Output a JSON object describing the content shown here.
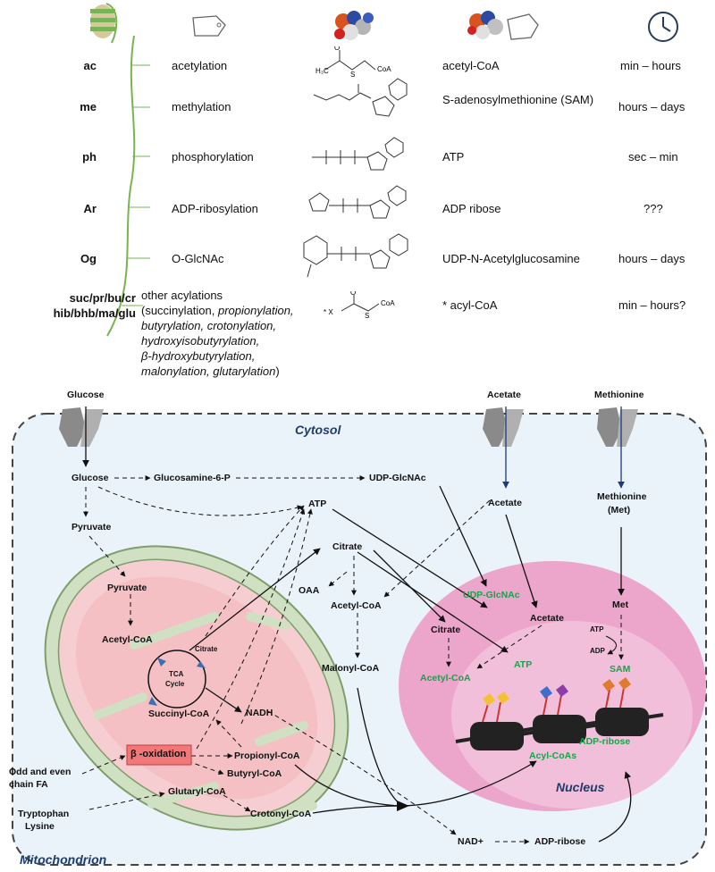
{
  "table": {
    "rows": [
      {
        "code": "ac",
        "modification": "acetylation",
        "donor": "acetyl-CoA",
        "time": "min – hours"
      },
      {
        "code": "me",
        "modification": "methylation",
        "donor": "S-adenosylmethionine (SAM)",
        "time": "hours – days"
      },
      {
        "code": "ph",
        "modification": "phosphorylation",
        "donor": "ATP",
        "time": "sec – min"
      },
      {
        "code": "Ar",
        "modification": "ADP-ribosylation",
        "donor": "ADP ribose",
        "time": "???"
      },
      {
        "code": "Og",
        "modification": "O-GlcNAc",
        "donor": "UDP-N-Acetylglucosamine",
        "time": "hours – days"
      }
    ],
    "last_row": {
      "code_line1": "suc/pr/bu/cr",
      "code_line2": "hib/bhb/ma/glu",
      "mod_line1": "other acylations",
      "mod_line2_prefix": "(succinylation, ",
      "mod_line2_italic": "propionylation,",
      "mod_line3": "butyrylation, crotonylation,",
      "mod_line4": "hydroxyisobutyrylation,",
      "mod_line5": "β-hydroxybutyrylation,",
      "mod_line6_italic": "malonylation, glutarylation",
      "mod_line6_suffix": ")",
      "donor": "* acyl-CoA",
      "time": "min – hours?"
    },
    "molecule_labels": {
      "acetyl_coa": "CoA",
      "acyl_coa_x": "* X",
      "acyl_coa_coa": "CoA"
    }
  },
  "diagram": {
    "compartments": {
      "cytosol": "Cytosol",
      "nucleus": "Nucleus",
      "mitochondrion": "Mitochondrion"
    },
    "transporters": {
      "glucose": "Glucose",
      "acetate": "Acetate",
      "methionine": "Methionine"
    },
    "cytosol_nodes": {
      "glucose": "Glucose",
      "glucosamine": "Glucosamine-6-P",
      "udp_glcnac": "UDP-GlcNAc",
      "pyruvate": "Pyruvate",
      "atp": "ATP",
      "citrate": "Citrate",
      "oaa": "OAA",
      "acetyl_coa": "Acetyl-CoA",
      "malonyl_coa": "Malonyl-CoA",
      "acetate": "Acetate",
      "methionine_line1": "Methionine",
      "methionine_line2": "(Met)",
      "nad": "NAD+",
      "adp_ribose": "ADP-ribose"
    },
    "mito_nodes": {
      "pyruvate": "Pyruvate",
      "acetyl_coa": "Acetyl-CoA",
      "citrate": "Citrate",
      "tca_line1": "TCA",
      "tca_line2": "Cycle",
      "nadh": "NADH",
      "succinyl_coa": "Succinyl-CoA",
      "beta_ox": "β -oxidation",
      "propionyl_coa": "Propionyl-CoA",
      "butyryl_coa": "Butyryl-CoA",
      "glutaryl_coa": "Glutaryl-CoA",
      "crotonyl_coa": "Crotonyl-CoA"
    },
    "external_inputs": {
      "fa_line1": "Odd and even",
      "fa_line2": "chain FA",
      "trp_line1": "Tryptophan",
      "trp_line2": "Lysine"
    },
    "nucleus_nodes": {
      "udp_glcnac": "UDP-GlcNAc",
      "met": "Met",
      "acetate": "Acetate",
      "citrate": "Citrate",
      "atp_small": "ATP",
      "adp_small": "ADP",
      "atp": "ATP",
      "sam": "SAM",
      "acetyl_coa": "Acetyl-CoA",
      "adp_ribose": "ADP-ribose",
      "acyl_coas": "Acyl-CoAs"
    }
  },
  "colors": {
    "green_label": "#19a24a",
    "title_blue": "#1e3d6b",
    "cytosol_fill": "#eaf2fa",
    "mito_outer": "#cfe0c3",
    "mito_inner": "#f6cdd0",
    "nucleus": "#eda6cb",
    "beta_ox_box": "#f07878"
  }
}
